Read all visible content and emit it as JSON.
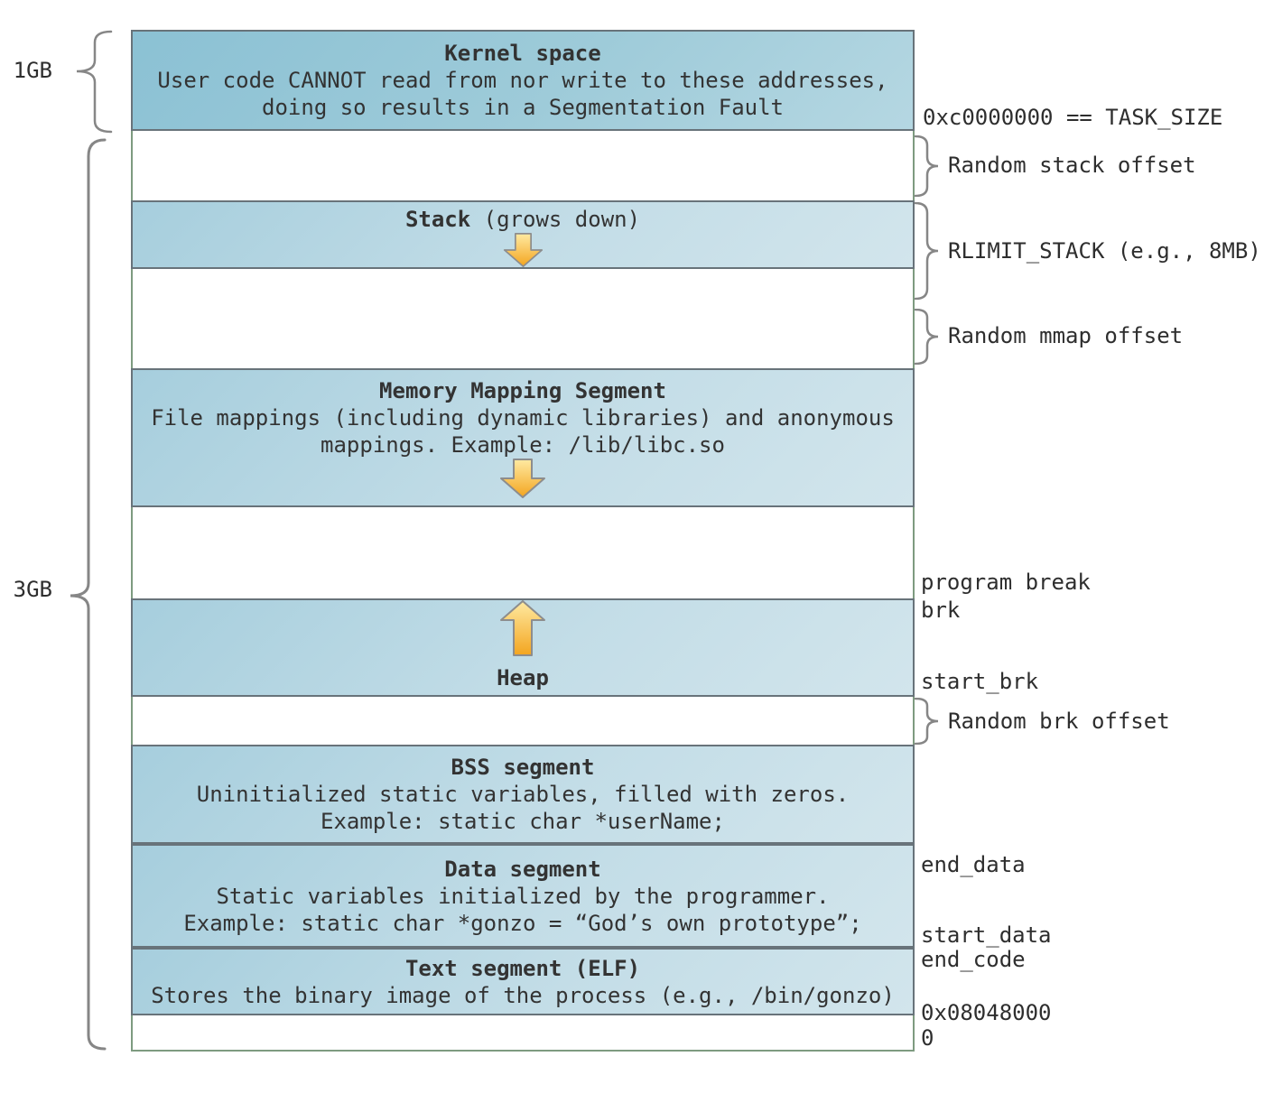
{
  "left_labels": {
    "kernel_size": "1GB",
    "user_size": "3GB"
  },
  "segments": {
    "kernel": {
      "title": "Kernel space",
      "line1": "User code CANNOT read from nor write to these addresses,",
      "line2": "doing so results in a Segmentation Fault"
    },
    "stack": {
      "title": "Stack",
      "subtitle": " (grows down)",
      "arrow_icon": "arrow-down-icon"
    },
    "mmap": {
      "title": "Memory Mapping Segment",
      "line1": "File mappings (including dynamic libraries) and anonymous",
      "line2": "mappings. Example: /lib/libc.so",
      "arrow_icon": "arrow-down-icon"
    },
    "heap": {
      "title": "Heap",
      "arrow_icon": "arrow-up-icon"
    },
    "bss": {
      "title": "BSS segment",
      "line1": "Uninitialized static variables, filled with zeros.",
      "line2": "Example: static char *userName;"
    },
    "data": {
      "title": "Data segment",
      "line1": "Static variables initialized by the programmer.",
      "line2": "Example: static char *gonzo = “God’s own prototype”;"
    },
    "text": {
      "title": "Text segment (ELF)",
      "line1": "Stores the binary image of the process (e.g., /bin/gonzo)"
    }
  },
  "right_labels": {
    "task_size": "0xc0000000 == TASK_SIZE",
    "random_stack_offset": "Random stack offset",
    "rlimit_stack": "RLIMIT_STACK (e.g., 8MB)",
    "random_mmap_offset": "Random mmap offset",
    "program_break": "program break",
    "brk": "brk",
    "start_brk": "start_brk",
    "random_brk_offset": "Random brk offset",
    "end_data": "end_data",
    "start_data": "start_data",
    "end_code": "end_code",
    "text_start_address": "0x08048000",
    "zero_address": "0"
  },
  "colors": {
    "kernel_fill_start": "#8bc1d4",
    "kernel_fill_end": "#b5d7e2",
    "segment_fill_start": "#a6cedd",
    "segment_fill_end": "#d2e5ec",
    "segment_border": "#68737a",
    "container_border": "#7e9b80",
    "arrow_light": "#ffeaa2",
    "arrow_dark": "#f3a51f",
    "arrow_outline": "#8d8d8d",
    "brace": "#868686",
    "text": "#333333"
  }
}
